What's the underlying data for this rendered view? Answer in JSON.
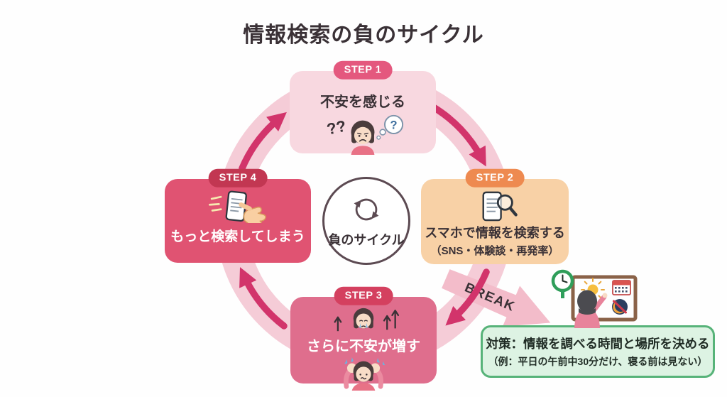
{
  "title": "情報検索の負のサイクル",
  "center": {
    "label": "負のサイクル",
    "icon": "cycle-arrows-icon"
  },
  "steps": [
    {
      "badge": "STEP 1",
      "label": "不安を感じる",
      "icon": "anxious-woman-icon"
    },
    {
      "badge": "STEP 2",
      "label": "スマホで情報を検索する",
      "sublabel": "（SNS・体験談・再発率）",
      "icon": "smartphone-search-icon"
    },
    {
      "badge": "STEP 3",
      "label": "さらに不安が増す",
      "icon_top": "crying-face-rising-arrows-icon",
      "icon_bottom": "overwhelmed-woman-icon"
    },
    {
      "badge": "STEP 4",
      "label": "もっと検索してしまう",
      "icon": "hand-tapping-phone-icon"
    }
  ],
  "break": {
    "label": "BREAK",
    "icon": "scheduling-board-icon"
  },
  "countermeasure": {
    "line1": "対策：情報を調べる時間と場所を決める",
    "line2": "（例：平日の午前中30分だけ、寝る前は見ない）"
  },
  "illustration_glyphs": {
    "question_marks": "??",
    "bubble_question": "?"
  },
  "colors": {
    "background": "#ffffff",
    "text_dark": "#3a3136",
    "ring": "#f5ccd7",
    "cycle_arrow": "#d2346b",
    "break_arrow": "#f3bcca",
    "step1_box": "#f8d8e0",
    "step1_badge": "#e4587e",
    "step2_box": "#f8d1a6",
    "step2_badge": "#ee8a50",
    "step3_box": "#df6e8d",
    "step3_badge": "#d4405f",
    "step4_box": "#e05372",
    "step4_badge": "#c23752",
    "center_border": "#5c4a52",
    "counter_bg": "#ddf3e3",
    "counter_border": "#57b379"
  }
}
